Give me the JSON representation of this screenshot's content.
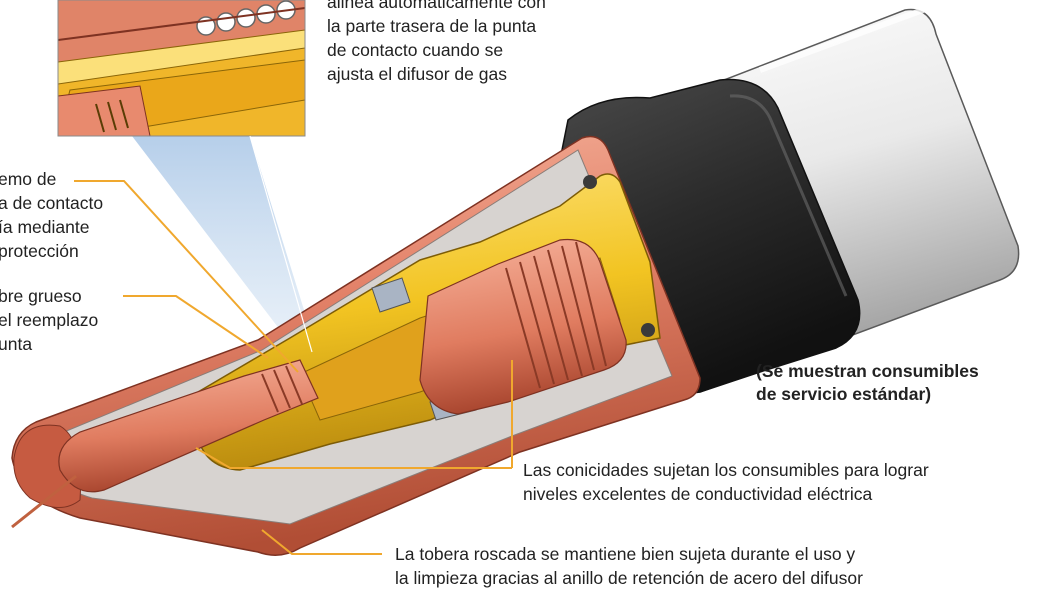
{
  "colors": {
    "copper": "#E27F62",
    "copper_dark": "#B9553B",
    "copper_light": "#F2A48C",
    "brass": "#F2C422",
    "brass_dark": "#B98A0E",
    "leader": "#F0A82E",
    "rubber": "#2B2B2B",
    "cable": "#E6E6E6",
    "callout_beam": "#BFD6EE",
    "text": "#222222"
  },
  "labels": {
    "top_right": [
      "alinea automáticamente con",
      "la parte trasera de la punta",
      "de contacto cuando se",
      "ajusta el difusor de gas"
    ],
    "left_upper": [
      "emo de",
      "a de contacto",
      "ía mediante",
      "protección"
    ],
    "left_lower": [
      "bre grueso",
      "el reemplazo",
      "unta"
    ],
    "note": [
      "(Se muestran consumibles",
      "de servicio estándar)"
    ],
    "tapers": [
      "Las conicidades sujetan los consumibles para lograr",
      "niveles excelentes de conductividad eléctrica"
    ],
    "nozzle": [
      "La tobera roscada se mantiene bien sujeta durante el uso y",
      "la limpieza gracias al anillo de retención de acero del difusor"
    ]
  },
  "icons": {
    "inset": "cutaway-detail-magnified",
    "main": "mig-gun-consumables-cutaway"
  }
}
